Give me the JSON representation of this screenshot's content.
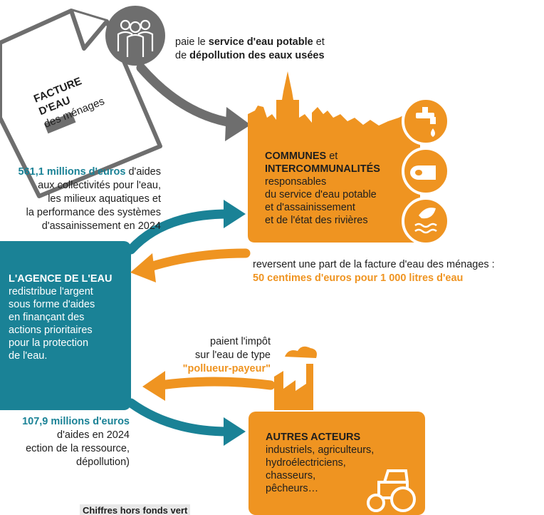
{
  "facture": {
    "title_line1": "FACTURE",
    "title_line2": "D'EAU",
    "subtitle": "des ménages"
  },
  "top_note": {
    "line1_prefix": "paie le ",
    "line1_bold": "service d'eau potable",
    "line1_suffix": " et",
    "line2_prefix": "de ",
    "line2_bold": "dépollution des eaux usées"
  },
  "communes": {
    "title1": "COMMUNES",
    "title1_suffix": " et",
    "title2": "INTERCOMMUNALITÉS",
    "desc": [
      "responsables",
      "du service d'eau potable",
      "et d'assainissement",
      "et de l'état des rivières"
    ]
  },
  "aides_collectivites": {
    "amount": "561,1 millions d'euros",
    "line1_suffix": " d'aides",
    "lines": [
      "aux collectivités pour l'eau,",
      "les milieux aquatiques et",
      "la performance des systèmes",
      "d'assainissement en 2024"
    ]
  },
  "reversement": {
    "line1": "reversent une part de la facture d'eau des ménages :",
    "line2": "50 centimes d'euros pour 1 000 litres d'eau"
  },
  "agence": {
    "title": "L'AGENCE DE L'EAU",
    "lines": [
      "redistribue l'argent",
      "sous forme d'aides",
      "en finançant des",
      "actions prioritaires",
      "pour la protection",
      "de l'eau."
    ]
  },
  "impot": {
    "line1": "paient l'impôt",
    "line2": "sur l'eau de type",
    "line3": "\"pollueur-payeur\""
  },
  "aides_autres": {
    "amount": "107,9 millions d'euros",
    "line2": "d'aides en 2024",
    "line3": "ection de la ressource,",
    "line4": "dépollution)"
  },
  "autres": {
    "title": "AUTRES ACTEURS",
    "lines": [
      "industriels, agriculteurs,",
      "hydroélectriciens,",
      "chasseurs,",
      "pêcheurs…"
    ]
  },
  "footer": {
    "note": "Chiffres hors fonds vert"
  },
  "colors": {
    "orange": "#ef9421",
    "teal": "#1a8296",
    "grey": "#6e6e6e",
    "text": "#1e1e1e"
  },
  "icons": [
    "people-icon",
    "tap-icon",
    "pipe-icon",
    "leaf-water-icon",
    "factory-icon",
    "tractor-icon"
  ]
}
